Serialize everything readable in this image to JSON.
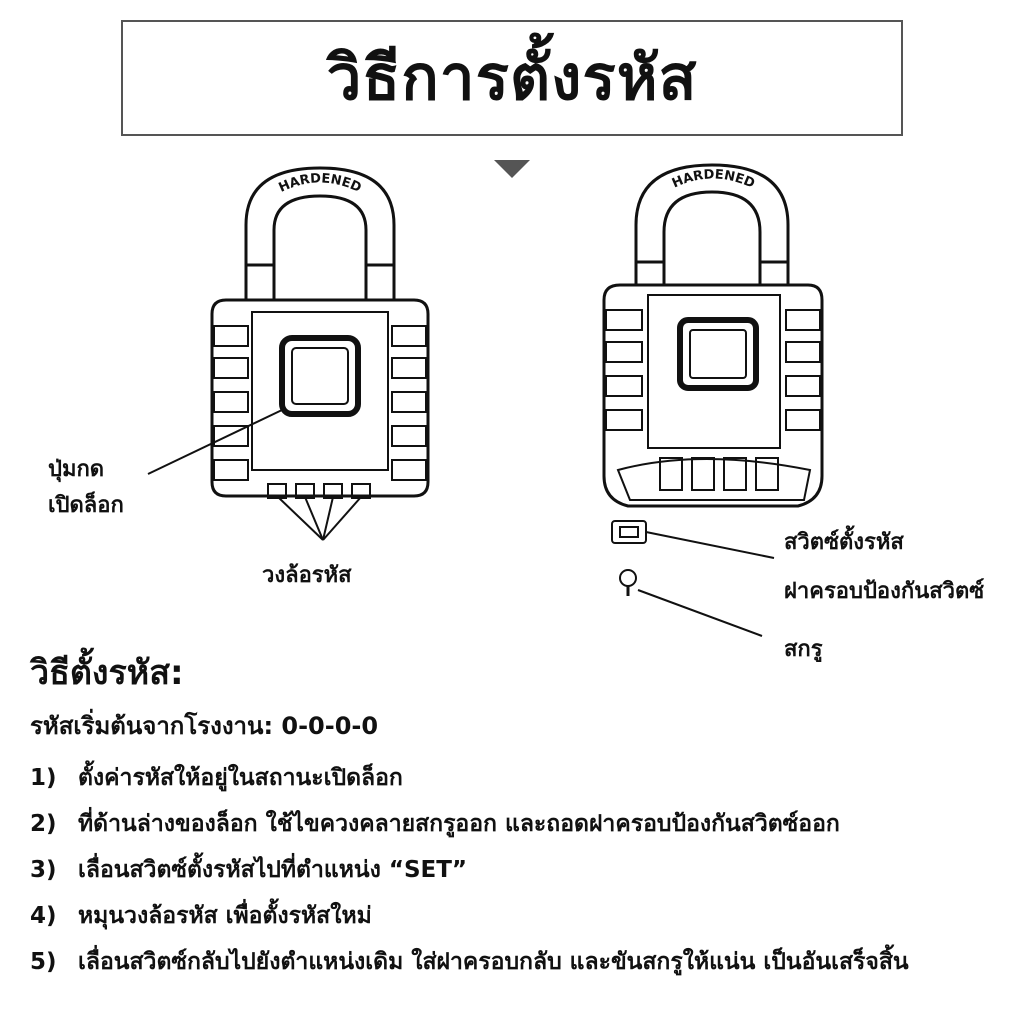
{
  "title": "วิธีการตั้งรหัส",
  "diagram": {
    "shackle_text": "HARDENED",
    "labels": {
      "button_line1": "ปุ่มกด",
      "button_line2": "เปิดล็อก",
      "dials": "วงล้อรหัส",
      "switch": "สวิตซ์ตั้งรหัส",
      "cover": "ฝาครอบป้องกันสวิตซ์",
      "screw": "สกรู"
    }
  },
  "instructions": {
    "heading": "วิธีตั้งรหัส:",
    "default_code": "รหัสเริ่มต้นจากโรงงาน: 0-0-0-0",
    "steps": [
      {
        "num": "1)",
        "text": "ตั้งค่ารหัสให้อยู่ในสถานะเปิดล็อก"
      },
      {
        "num": "2)",
        "text": "ที่ด้านล่างของล็อก ใช้ไขควงคลายสกรูออก และถอดฝาครอบป้องกันสวิตซ์ออก"
      },
      {
        "num": "3)",
        "text": "เลื่อนสวิตซ์ตั้งรหัสไปที่ตำแหน่ง “SET”"
      },
      {
        "num": "4)",
        "text": "หมุนวงล้อรหัส เพื่อตั้งรหัสใหม่"
      },
      {
        "num": "5)",
        "text": "เลื่อนสวิตซ์กลับไปยังตำแหน่งเดิม ใส่ฝาครอบกลับ และขันสกรูให้แน่น เป็นอันเสร็จสิ้น"
      }
    ]
  }
}
